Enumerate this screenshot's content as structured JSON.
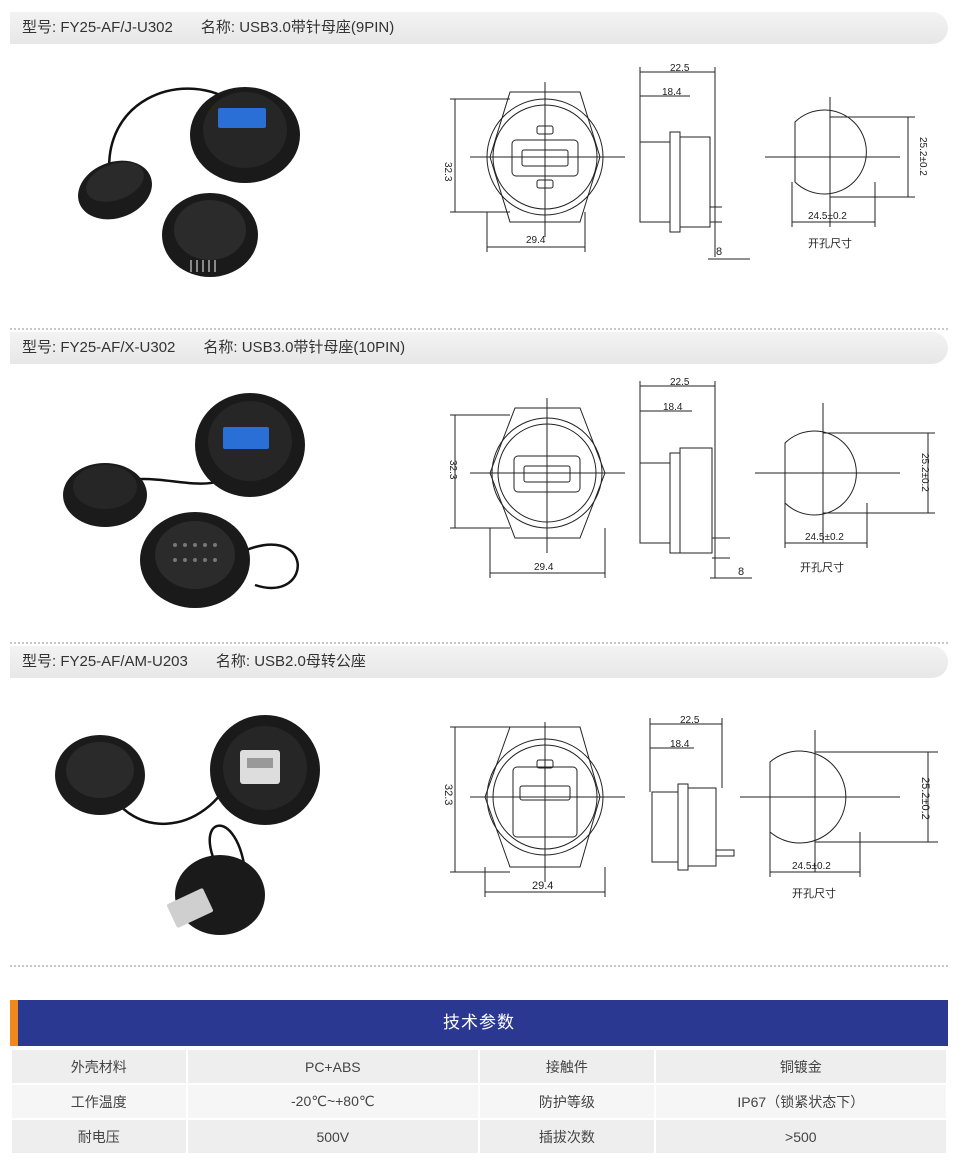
{
  "products": [
    {
      "model_label": "型号: FY25-AF/J-U302",
      "name_label": "名称: USB3.0带针母座(9PIN)",
      "dims": {
        "total_len": "22.5",
        "body_len": "18.4",
        "height": "32.3",
        "width": "29.4",
        "pin": "8",
        "hole_h": "25.2±0.2",
        "hole_w": "24.5±0.2",
        "hole_caption": "开孔尺寸"
      }
    },
    {
      "model_label": "型号: FY25-AF/X-U302",
      "name_label": "名称: USB3.0带针母座(10PIN)",
      "dims": {
        "total_len": "22.5",
        "body_len": "18.4",
        "height": "32.3",
        "width": "29.4",
        "pin": "8",
        "hole_h": "25.2±0.2",
        "hole_w": "24.5±0.2",
        "hole_caption": "开孔尺寸"
      }
    },
    {
      "model_label": "型号: FY25-AF/AM-U203",
      "name_label": "名称: USB2.0母转公座",
      "dims": {
        "total_len": "22.5",
        "body_len": "18.4",
        "height": "32.3",
        "width": "29.4",
        "hole_h": "25.2±0.2",
        "hole_w": "24.5±0.2",
        "hole_caption": "开孔尺寸"
      }
    }
  ],
  "tech": {
    "title": "技术参数",
    "rows": [
      [
        "外壳材料",
        "PC+ABS",
        "接触件",
        "铜镀金"
      ],
      [
        "工作温度",
        "-20℃~+80℃",
        "防护等级",
        "IP67（锁紧状态下）"
      ],
      [
        "耐电压",
        "500V",
        "插拔次数",
        ">500"
      ]
    ]
  },
  "colors": {
    "header_bg": "#2b3891",
    "accent": "#f08a1c",
    "usb3_blue": "#2a6fd6"
  }
}
